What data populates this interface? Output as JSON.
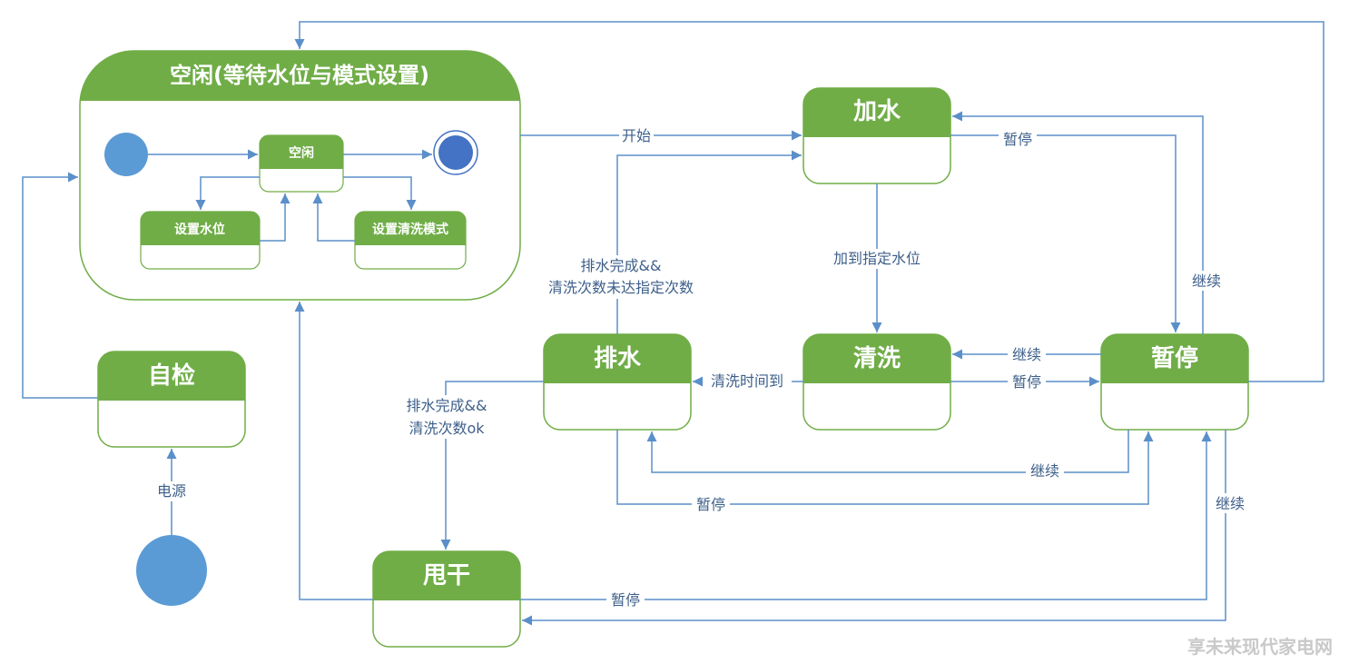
{
  "composite_state": {
    "title": "空闲(等待水位与模式设置)"
  },
  "inner_states": {
    "idle": "空闲",
    "set_level": "设置水位",
    "set_mode": "设置清洗模式"
  },
  "states": {
    "add_water": "加水",
    "wash": "清洗",
    "drain": "排水",
    "pause": "暂停",
    "self_check": "自检",
    "spin_dry": "甩干"
  },
  "transitions": {
    "start": "开始",
    "power": "电源",
    "reach_level": "加到指定水位",
    "wash_time_up": "清洗时间到",
    "drain_repeat_line1": "排水完成&&",
    "drain_repeat_line2": "清洗次数未达指定次数",
    "drain_done_line1": "排水完成&&",
    "drain_done_line2": "清洗次数ok",
    "pause_from_add": "暂停",
    "resume_to_add": "继续",
    "resume_to_wash": "继续",
    "pause_from_wash": "暂停",
    "resume_to_drain": "继续",
    "pause_from_drain": "暂停",
    "resume_to_spin": "继续",
    "pause_from_spin": "暂停"
  },
  "colors": {
    "state_green": "#70ad47",
    "line_blue": "#5b8fc9",
    "node_blue": "#5b9bd5",
    "final_blue": "#4472c4",
    "label_text": "#3d5f8a"
  },
  "watermark": "享未来现代家电网"
}
